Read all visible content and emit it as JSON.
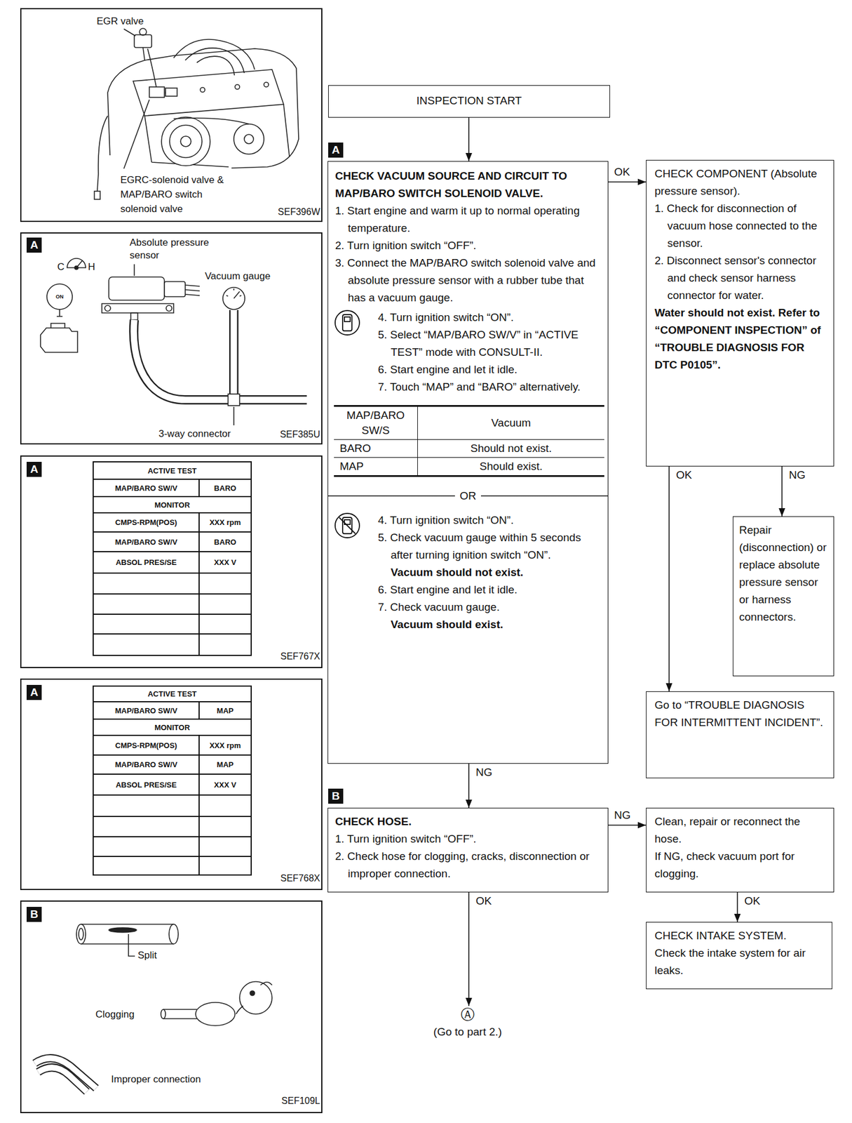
{
  "diagram": {
    "nodes": [
      {
        "text": [
          "INSPECTION START"
        ]
      },
      {
        "text": [
          "CHECK VACUUM SOURCE AND CIRCUIT TO MAP/BARO SWITCH SOLENOID VALVE.",
          "1. Start engine and warm it up to normal operating temperature.",
          "2. Turn ignition switch “OFF”.",
          "3. Connect the MAP/BARO switch solenoid valve and absolute pressure sensor with a rubber tube that has a vacuum gauge.",
          "4. Turn ignition switch “ON”.",
          "5. Select “MAP/BARO SW/V” in “ACTIVE TEST” mode with CONSULT-II.",
          "6. Start engine and let it idle.",
          "7. Touch “MAP” and “BARO” alternatively.",
          "MAP/BARO SW/S",
          "Vacuum",
          "BARO",
          "Should not exist.",
          "MAP",
          "Should exist.",
          "OR",
          "4. Turn ignition switch “ON”.",
          "5. Check vacuum gauge within 5 seconds after turning ignition switch “ON”.",
          "Vacuum should not exist.",
          "6. Start engine and let it idle.",
          "7. Check vacuum gauge.",
          "Vacuum should exist."
        ]
      },
      {
        "text": [
          "CHECK COMPONENT (Absolute pressure sensor).",
          "1. Check for disconnection of vacuum hose connected to the sensor.",
          "2. Disconnect sensor's connector and check sensor harness connector for water.",
          "Water should not exist. Refer to “COMPONENT INSPECTION” of “TROUBLE DIAGNOSIS FOR DTC P0105”."
        ]
      },
      {
        "text": [
          "Repair (disconnection) or replace absolute pressure sensor or harness connectors."
        ]
      },
      {
        "text": [
          "Go to “TROUBLE DIAGNOSIS FOR INTERMITTENT INCIDENT”."
        ]
      },
      {
        "text": [
          "CHECK HOSE.",
          "1. Turn ignition switch “OFF”.",
          "2. Check hose for clogging, cracks, disconnection or improper connection."
        ]
      },
      {
        "text": [
          "Clean, repair or reconnect the hose.",
          "If NG, check vacuum port for clogging."
        ]
      },
      {
        "text": [
          "CHECK INTAKE SYSTEM.",
          "Check the intake system for air leaks."
        ]
      },
      {
        "text": [
          "Ⓐ",
          "(Go to part 2.)"
        ]
      }
    ],
    "edges": [
      {
        "from": 0,
        "to": 1,
        "arrow": "to"
      },
      {
        "from": 1,
        "to": 2,
        "label": "OK",
        "arrow": "to"
      },
      {
        "from": 2,
        "to": 4,
        "label": "OK",
        "arrow": "to"
      },
      {
        "from": 2,
        "to": 3,
        "label": "NG",
        "arrow": "to"
      },
      {
        "from": 1,
        "to": 5,
        "label": "NG",
        "arrow": "to"
      },
      {
        "from": 5,
        "to": 6,
        "label": "NG",
        "arrow": "to"
      },
      {
        "from": 6,
        "to": 7,
        "label": "OK",
        "arrow": "to"
      },
      {
        "from": 5,
        "to": 8,
        "label": "OK",
        "arrow": "to"
      }
    ],
    "labels": [
      "A",
      "B",
      "EGR valve",
      "EGRC-solenoid valve & MAP/BARO switch solenoid valve",
      "SEF396W",
      "A",
      "C",
      "H",
      "ON",
      "Absolute pressure sensor",
      "Vacuum gauge",
      "3-way connector",
      "SEF385U",
      "A",
      "ACTIVE TEST",
      "MAP/BARO SW/V",
      "BARO",
      "MONITOR",
      "CMPS-RPM(POS)",
      "XXX rpm",
      "MAP/BARO SW/V",
      "BARO",
      "ABSOL PRES/SE",
      "XXX V",
      "SEF767X",
      "A",
      "ACTIVE TEST",
      "MAP/BARO SW/V",
      "MAP",
      "MONITOR",
      "CMPS-RPM(POS)",
      "XXX rpm",
      "MAP/BARO SW/V",
      "MAP",
      "ABSOL PRES/SE",
      "XXX V",
      "SEF768X",
      "B",
      "Split",
      "Clogging",
      "Improper connection",
      "SEF109L"
    ]
  }
}
